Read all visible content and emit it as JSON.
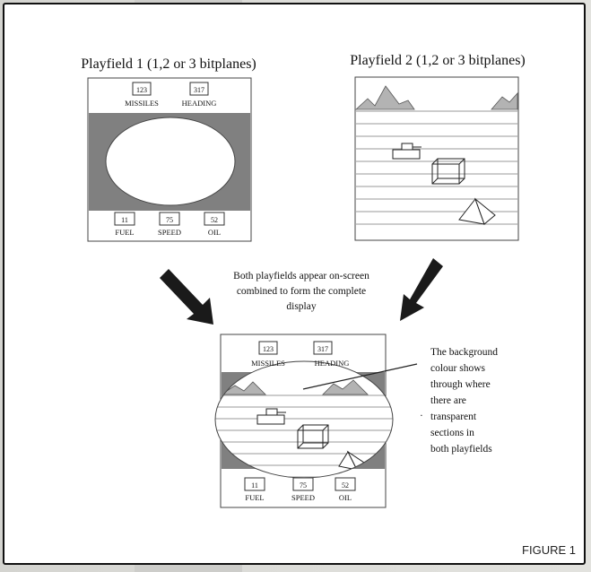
{
  "playfield1": {
    "title": "Playfield 1  (1,2 or 3 bitplanes)",
    "missiles_value": "123",
    "missiles_label": "MISSILES",
    "heading_value": "317",
    "heading_label": "HEADING",
    "fuel_value": "11",
    "fuel_label": "FUEL",
    "speed_value": "75",
    "speed_label": "SPEED",
    "oil_value": "52",
    "oil_label": "OIL"
  },
  "playfield2": {
    "title": "Playfield 2  (1,2 or 3 bitplanes)"
  },
  "combine_caption": {
    "line1": "Both playfields appear on-screen",
    "line2": "combined to form the complete",
    "line3": "display"
  },
  "combined": {
    "missiles_value": "123",
    "missiles_label": "MISSILES",
    "heading_value": "317",
    "heading_label": "HEADING",
    "fuel_value": "11",
    "fuel_label": "FUEL",
    "speed_value": "75",
    "speed_label": "SPEED",
    "oil_value": "52",
    "oil_label": "OIL"
  },
  "background_note": {
    "line1": "The background",
    "line2": "colour shows",
    "line3": "through where",
    "line4": "there are",
    "line5": "transparent",
    "line6": "sections in",
    "line7": "both playfields"
  },
  "figure_label": "FIGURE 1",
  "colors": {
    "frame_gray": "#808080",
    "sky_lines": "#9a9a9a",
    "arrow": "#1a1a1a"
  }
}
